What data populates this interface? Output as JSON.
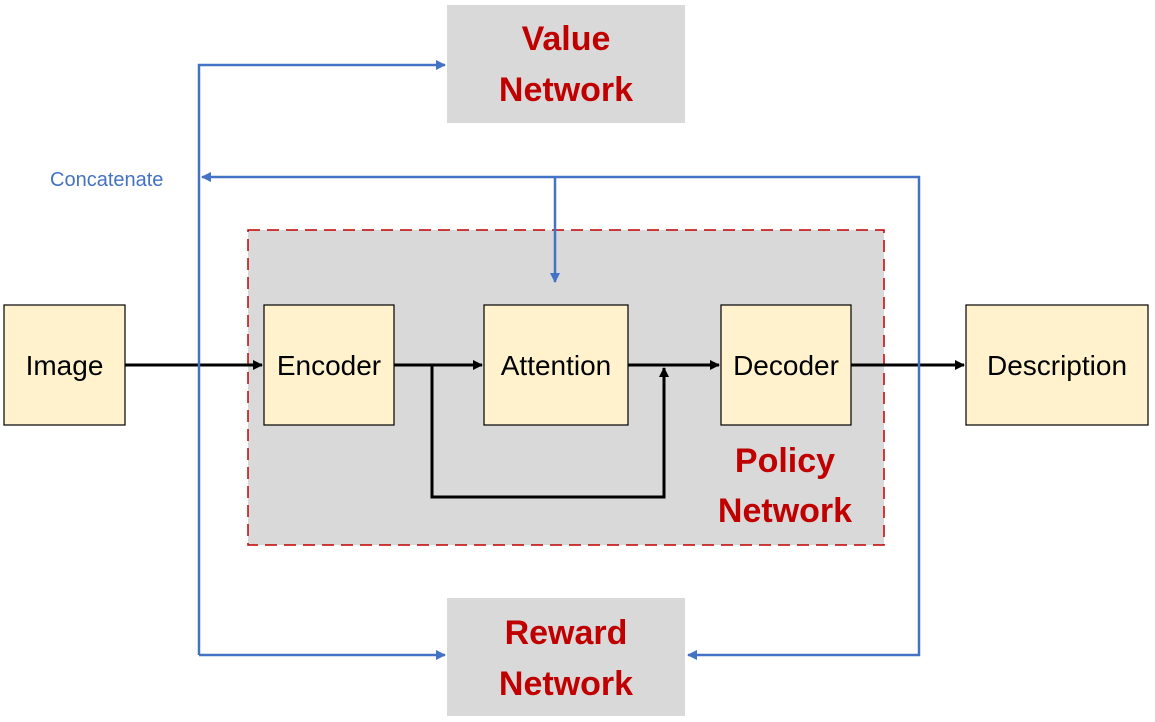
{
  "colors": {
    "box_fill": "#fff2cc",
    "network_fill": "#d9d9d9",
    "network_text": "#c00000",
    "blue_arrow": "#4472c4",
    "black_arrow": "#000000",
    "dashed_border": "#c00000"
  },
  "nodes": {
    "image": "Image",
    "encoder": "Encoder",
    "attention": "Attention",
    "decoder": "Decoder",
    "description": "Description",
    "value_network": {
      "line1": "Value",
      "line2": "Network"
    },
    "reward_network": {
      "line1": "Reward",
      "line2": "Network"
    },
    "policy_network": {
      "line1": "Policy",
      "line2": "Network"
    }
  },
  "labels": {
    "concatenate": "Concatenate"
  }
}
